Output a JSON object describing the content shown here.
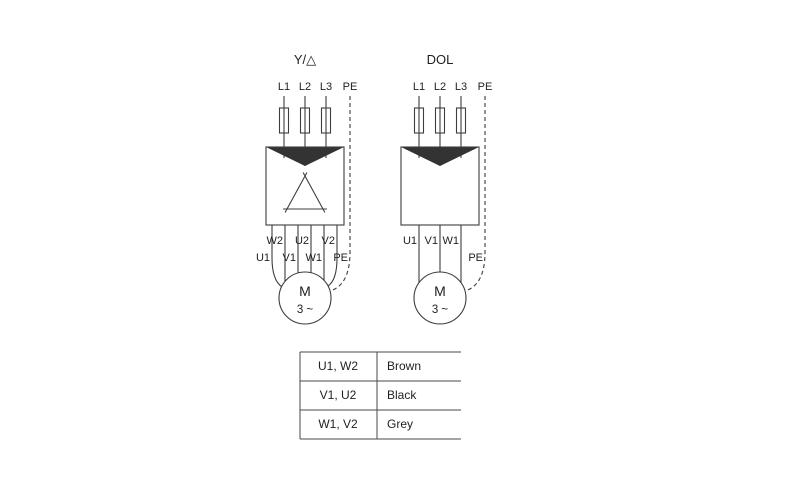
{
  "diagrams": {
    "star_delta": {
      "title": "Y/△",
      "terminals": [
        "L1",
        "L2",
        "L3"
      ],
      "pe_top": "PE",
      "winding_labels_upper": [
        "W2",
        "U2",
        "V2"
      ],
      "winding_labels_lower": [
        "U1",
        "V1",
        "W1"
      ],
      "pe_bottom": "PE",
      "motor": {
        "label": "M",
        "phase": "3 ~"
      }
    },
    "dol": {
      "title": "DOL",
      "terminals": [
        "L1",
        "L2",
        "L3"
      ],
      "pe_top": "PE",
      "winding_labels": [
        "U1",
        "V1",
        "W1"
      ],
      "pe_bottom": "PE",
      "motor": {
        "label": "M",
        "phase": "3 ~"
      }
    }
  },
  "wire_color_table": {
    "rows": [
      {
        "terminals": "U1, W2",
        "color": "Brown"
      },
      {
        "terminals": "V1, U2",
        "color": "Black"
      },
      {
        "terminals": "W1, V2",
        "color": "Grey"
      }
    ]
  }
}
